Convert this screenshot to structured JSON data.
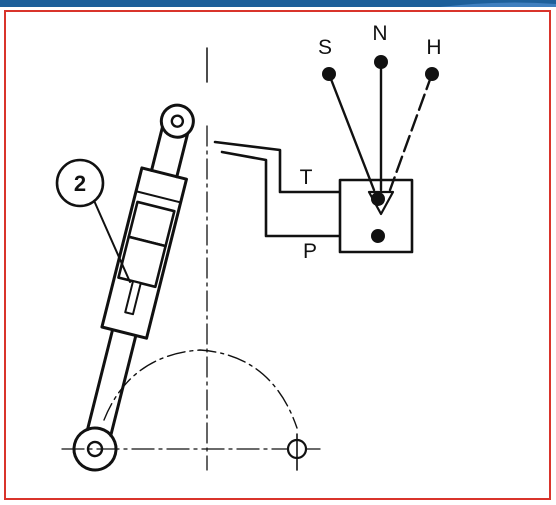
{
  "diagram": {
    "colors": {
      "frame_border": "#d9342b",
      "top_band": "#1d5f9a",
      "line": "#111111",
      "background": "#ffffff"
    },
    "labels": {
      "callout_number": "2",
      "position_s": "S",
      "position_n": "N",
      "position_h": "H",
      "port_t": "T",
      "port_p": "P"
    }
  }
}
